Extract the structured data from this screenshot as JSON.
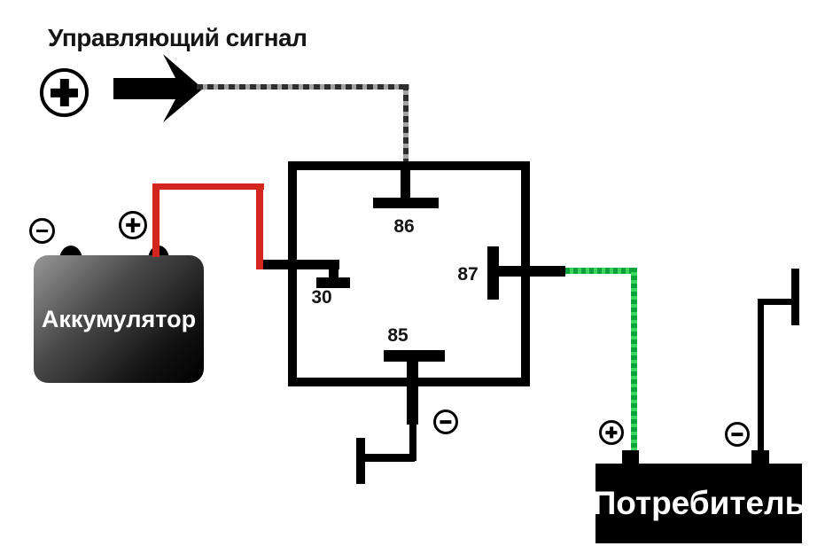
{
  "diagram": {
    "type": "automotive relay wiring diagram",
    "control": {
      "label": "Управляющий сигнал",
      "polarity": "+",
      "icons": {
        "plus": "circled-plus",
        "arrow": "right-arrow"
      }
    },
    "relay": {
      "terminal_86": "86",
      "terminal_30": "30",
      "terminal_87": "87",
      "terminal_85": "85"
    },
    "battery": {
      "label": "Аккумулятор",
      "negative": "−",
      "positive": "+"
    },
    "consumer": {
      "label": "Потребитель",
      "positive": "+",
      "negative": "−"
    },
    "ground": {
      "polarity": "−",
      "icon": "circled-minus"
    },
    "colors": {
      "power_wire_red": "#d3261f",
      "load_wire_green": "#3bd55f",
      "load_wire_green_dash": "#0da23b",
      "control_wire_grey": "#a2a2a2",
      "control_wire_dash": "#2e2e2e",
      "wire_black": "#000000",
      "background": "#ffffff"
    }
  }
}
